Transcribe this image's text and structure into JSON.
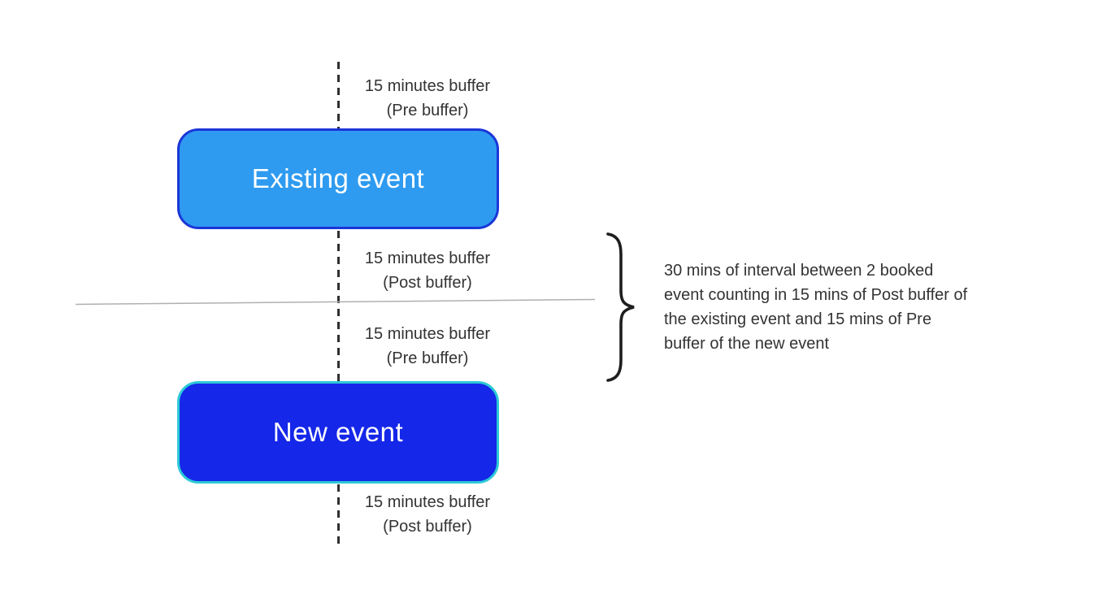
{
  "colors": {
    "existing_fill": "#2E9BF0",
    "existing_border": "#1B36D8",
    "new_fill": "#1527E8",
    "new_border": "#2CC9D6",
    "dash": "#2F2F2F",
    "divider": "#B0B0B0",
    "brace": "#1E1E1E",
    "text": "#333333",
    "event_text": "#FFFFFF"
  },
  "events": {
    "existing": {
      "label": "Existing event"
    },
    "new": {
      "label": "New event"
    }
  },
  "labels": {
    "pre_buffer_top": {
      "line1": "15 minutes buffer",
      "line2": "(Pre buffer)"
    },
    "post_buffer_existing": {
      "line1": "15 minutes buffer",
      "line2": "(Post buffer)"
    },
    "pre_buffer_new": {
      "line1": "15 minutes buffer",
      "line2": "(Pre buffer)"
    },
    "post_buffer_bottom": {
      "line1": "15 minutes buffer",
      "line2": "(Post buffer)"
    }
  },
  "annotation": {
    "lines": [
      "30 mins of interval between 2 booked",
      "event counting in 15 mins of Post buffer of",
      "the existing event and 15 mins of Pre",
      "buffer of the new event"
    ],
    "full_text": "30 mins of interval between 2 booked event counting in 15 mins of Post buffer of the existing event and 15 mins of Pre buffer of the new event"
  }
}
